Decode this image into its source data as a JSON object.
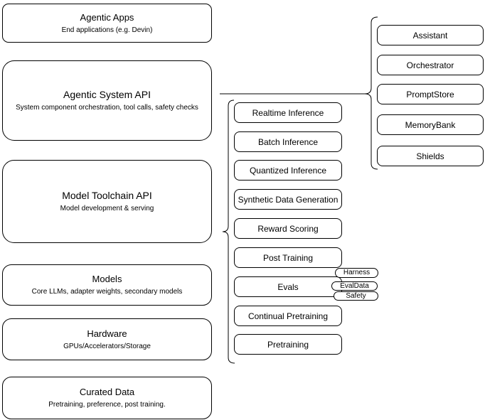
{
  "canvas": {
    "background": "#ffffff",
    "stroke_color": "#000000",
    "text_color": "#000000"
  },
  "left_stack": [
    {
      "title": "Agentic Apps",
      "subtitle": "End applications (e.g. Devin)"
    },
    {
      "title": "Agentic System API",
      "subtitle": "System component orchestration, tool calls, safety checks"
    },
    {
      "title": "Model Toolchain API",
      "subtitle": "Model development & serving"
    },
    {
      "title": "Models",
      "subtitle": "Core LLMs, adapter weights, secondary models"
    },
    {
      "title": "Hardware",
      "subtitle": "GPUs/Accelerators/Storage"
    },
    {
      "title": "Curated Data",
      "subtitle": "Pretraining, preference, post training."
    }
  ],
  "toolchain_items": [
    "Realtime Inference",
    "Batch Inference",
    "Quantized Inference",
    "Synthetic Data Generation",
    "Reward Scoring",
    "Post Training",
    "Evals",
    "Continual Pretraining",
    "Pretraining"
  ],
  "eval_tags": [
    "Harness",
    "EvalData",
    "Safety"
  ],
  "system_components": [
    "Assistant",
    "Orchestrator",
    "PromptStore",
    "MemoryBank",
    "Shields"
  ]
}
